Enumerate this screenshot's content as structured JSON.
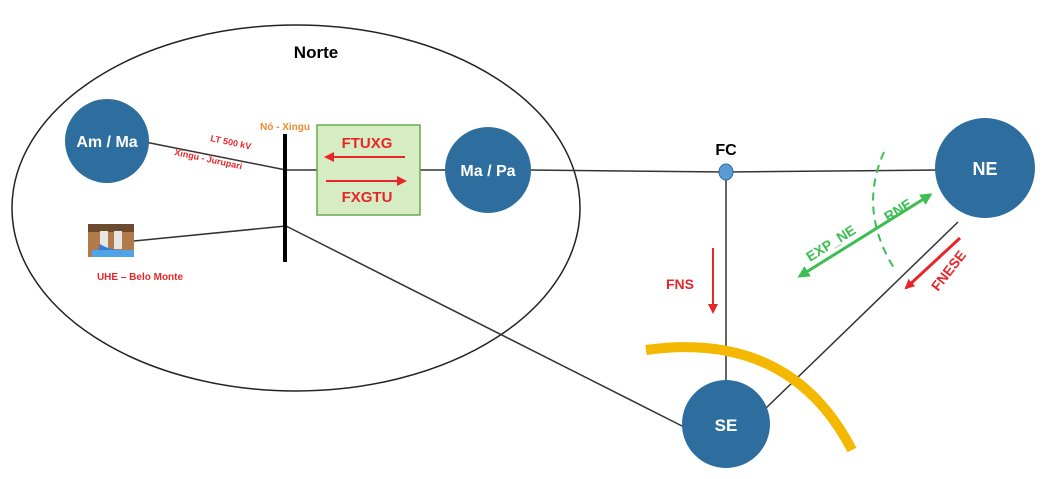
{
  "region": {
    "title": "Norte"
  },
  "nodes": {
    "am_ma": "Am / Ma",
    "ma_pa": "Ma / Pa",
    "ne": "NE",
    "se": "SE",
    "fc": "FC"
  },
  "labels": {
    "no_xingu": "Nó - Xingu",
    "lt_line1": "LT 500 kV",
    "lt_line2": "Xingu - Jurupari",
    "uhe": "UHE – Belo Monte",
    "ftuxg": "FTUXG",
    "fxgtu": "FXGTU",
    "fns": "FNS",
    "fnese": "FNESE",
    "exp_ne": "EXP_NE",
    "rne": "RNE"
  },
  "colors": {
    "node_fill": "#2e6e9e",
    "flow_red": "#e8262a",
    "orange": "#f08a2e",
    "green": "#3cbf52",
    "box_fill": "#d6ecc2",
    "box_border": "#6aa84f",
    "arc_yellow": "#f5b800"
  },
  "icons": {
    "uhe_icon": "hydro-dam-icon"
  }
}
